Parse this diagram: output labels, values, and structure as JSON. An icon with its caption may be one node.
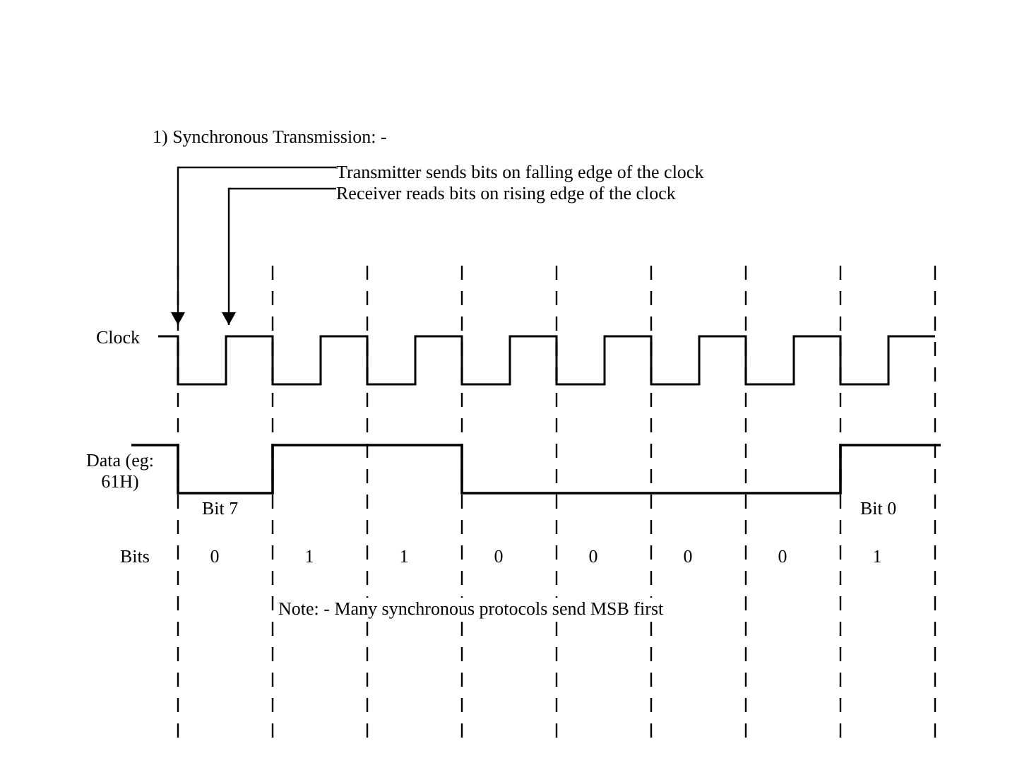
{
  "diagram": {
    "title": "1) Synchronous Transmission: -",
    "nodes": [
      {
        "text": [
          "Transmitter sends bits on falling edge of the clock"
        ]
      },
      {
        "text": [
          "Receiver reads bits on rising edge of the clock"
        ]
      },
      {
        "text": [],
        "shape": "waveform"
      }
    ],
    "edges": [
      {
        "from": 0,
        "to": 2,
        "arrow": "to"
      },
      {
        "from": 1,
        "to": 2,
        "arrow": "to"
      }
    ],
    "labels": [
      "Clock",
      "Data (eg: 61H)",
      "Bit 7",
      "Bit 0",
      "Bits",
      "0",
      "1",
      "1",
      "0",
      "0",
      "0",
      "0",
      "1",
      "Note: - Many synchronous protocols send MSB first"
    ]
  }
}
